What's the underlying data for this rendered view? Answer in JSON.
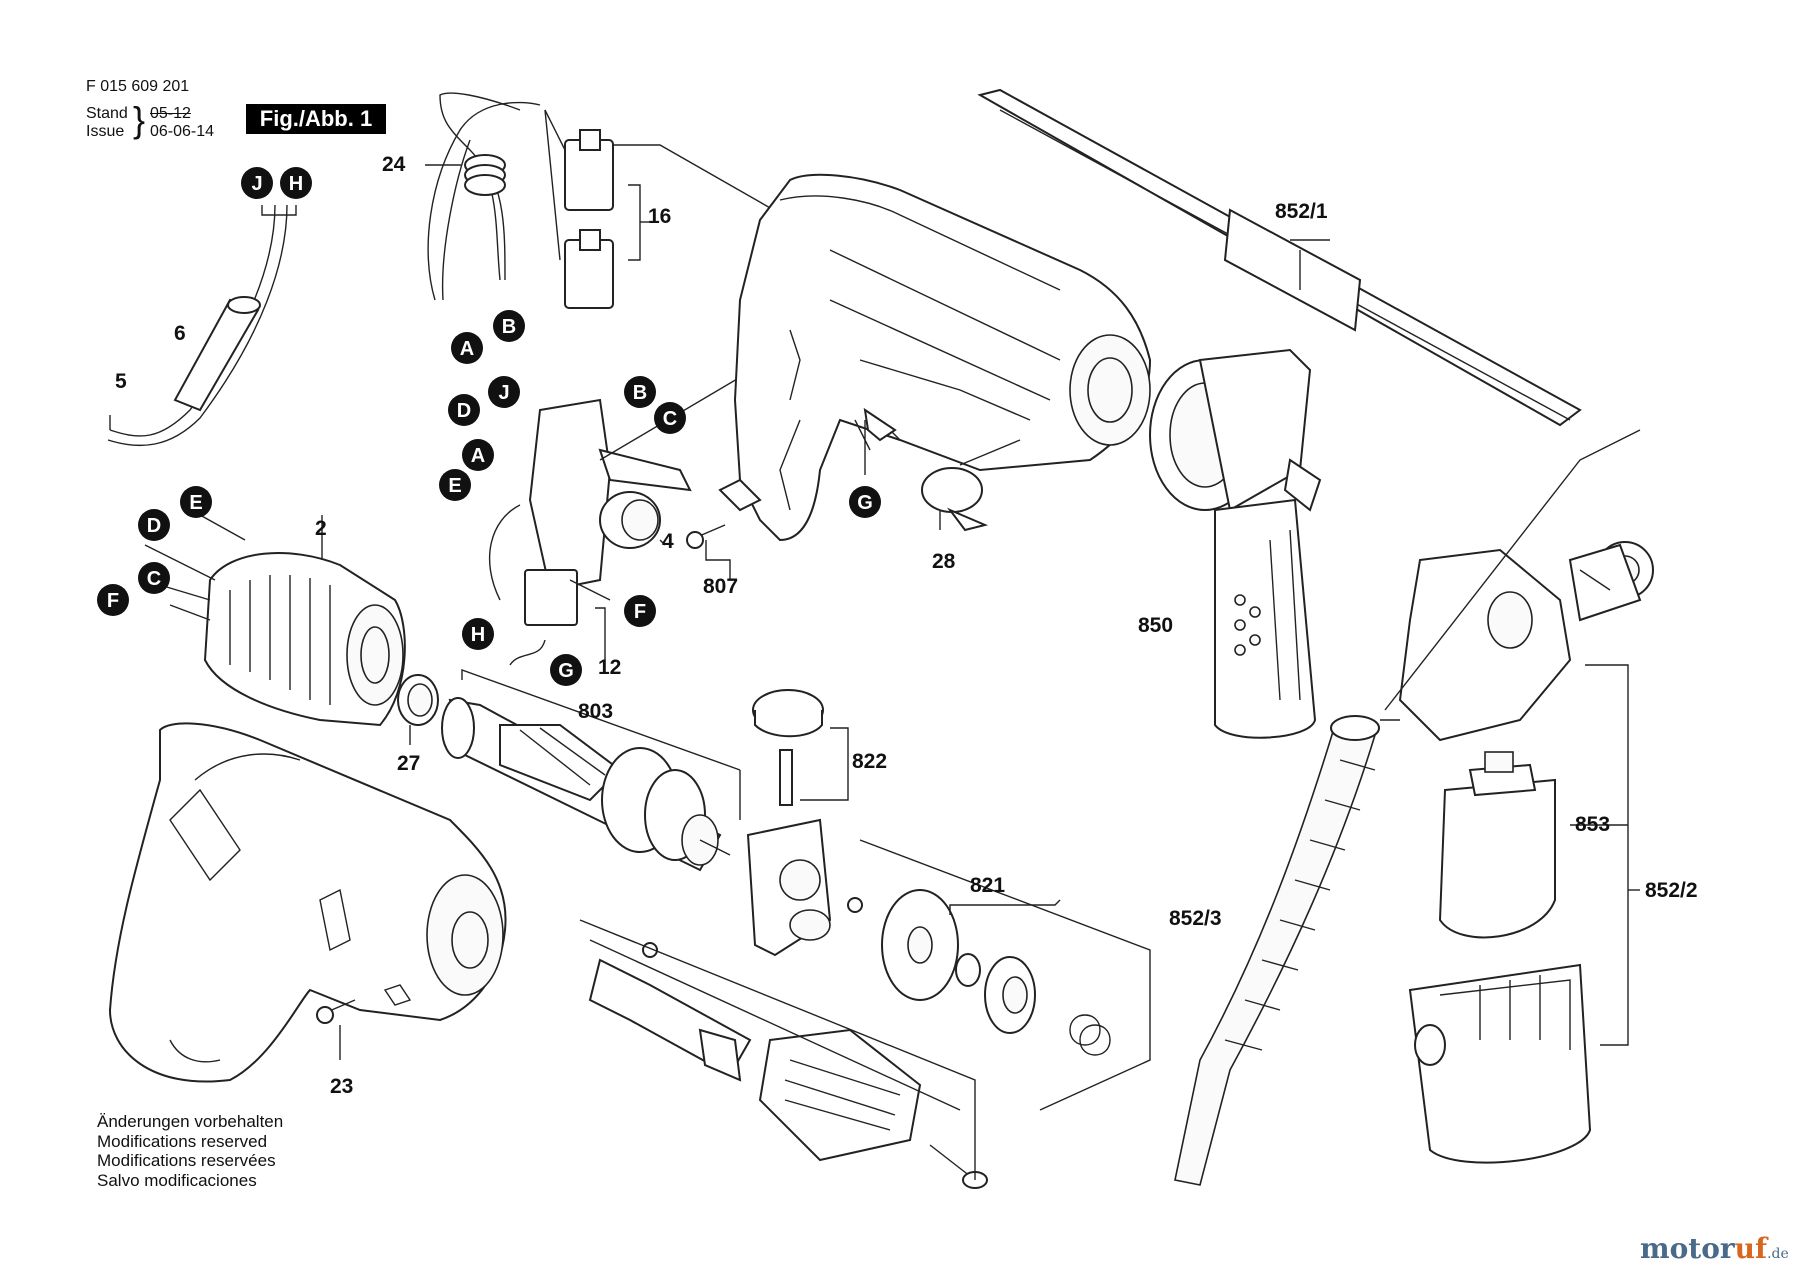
{
  "header": {
    "doc_number": "F 015 609 201",
    "stand_label": "Stand",
    "stand_value": "05-12",
    "issue_label": "Issue",
    "issue_value": "06-06-14",
    "figure_badge": "Fig./Abb. 1"
  },
  "notes": [
    "Änderungen vorbehalten",
    "Modifications reserved",
    "Modifications reservées",
    "Salvo modificaciones"
  ],
  "brand": {
    "main": "motor",
    "accent": "uf",
    "suffix": ".de"
  },
  "parts": {
    "p24": "24",
    "p16": "16",
    "p6": "6",
    "p5": "5",
    "p2": "2",
    "p4": "4",
    "p807": "807",
    "p28": "28",
    "p12": "12",
    "p27": "27",
    "p803": "803",
    "p822": "822",
    "p821": "821",
    "p23": "23",
    "p850": "850",
    "p852_1": "852/1",
    "p852_2": "852/2",
    "p852_3": "852/3",
    "p853": "853"
  },
  "connectors": {
    "c_J1": "J",
    "c_H1": "H",
    "c_A1": "A",
    "c_B1": "B",
    "c_D2": "D",
    "c_J2": "J",
    "c_B2": "B",
    "c_C2": "C",
    "c_A2": "A",
    "c_E2": "E",
    "c_H3": "H",
    "c_G3": "G",
    "c_F3": "F",
    "c_G4": "G",
    "c_E5": "E",
    "c_D5": "D",
    "c_C5": "C",
    "c_F5": "F"
  }
}
